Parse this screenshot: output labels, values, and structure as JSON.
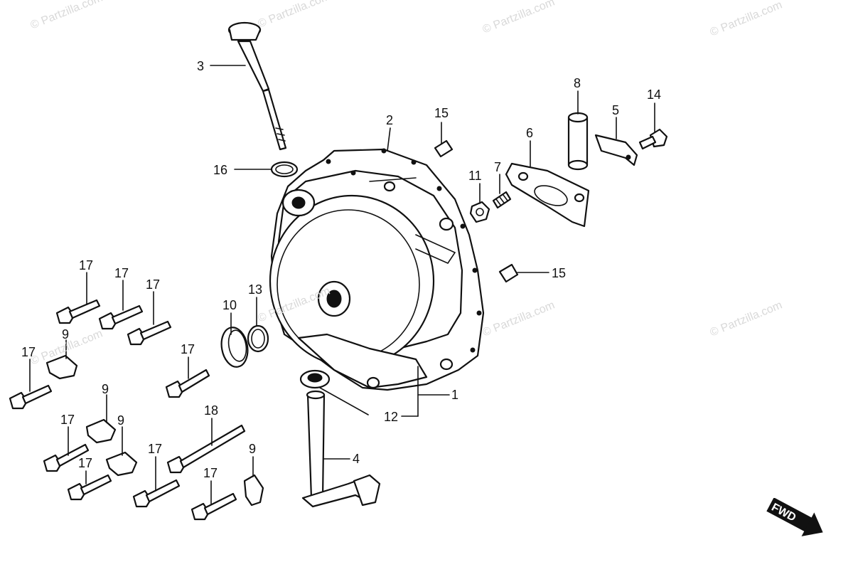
{
  "callouts": [
    "1",
    "2",
    "3",
    "4",
    "5",
    "6",
    "7",
    "8",
    "9",
    "10",
    "11",
    "12",
    "13",
    "14",
    "15",
    "16",
    "17",
    "18"
  ],
  "fwd_label": "FWD",
  "watermark": "© Partzilla.com"
}
